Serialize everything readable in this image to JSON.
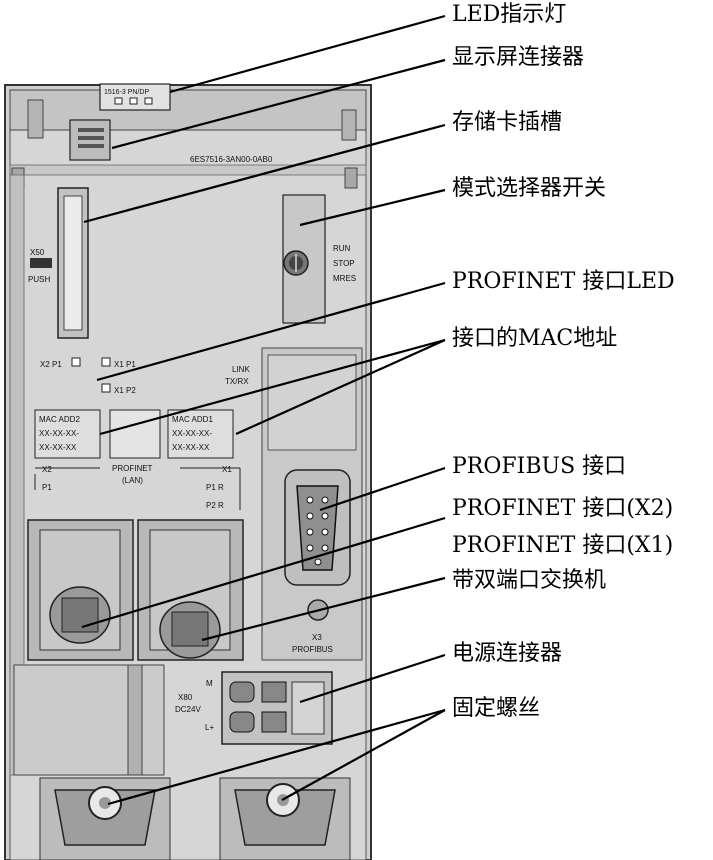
{
  "device": {
    "model_short": "1516-3 PN/DP",
    "order_number": "6ES7516-3AN00-0AB0",
    "card_slot_label": "X50",
    "push_label": "PUSH",
    "mode_run": "RUN",
    "mode_stop": "STOP",
    "mode_mres": "MRES",
    "led_x2p1": "X2 P1",
    "led_x1p1": "X1 P1",
    "led_x1p2": "X1 P2",
    "link_label": "LINK",
    "txrx_label": "TX/RX",
    "mac2_title": "MAC ADD2",
    "mac1_title": "MAC ADD1",
    "mac_placeholder_line1": "XX-XX-XX-",
    "mac_placeholder_line2": "XX-XX-XX",
    "profinet_label": "PROFINET",
    "lan_label": "(LAN)",
    "port_x2": "X2",
    "port_x1": "X1",
    "port_p1": "P1",
    "port_p1r": "P1 R",
    "port_p2r": "P2 R",
    "profibus_x3": "X3",
    "profibus_label": "PROFIBUS",
    "power_x80": "X80",
    "power_dc24v": "DC24V",
    "power_m": "M",
    "power_l": "L+"
  },
  "callouts": [
    {
      "id": "led",
      "text": "LED指示灯"
    },
    {
      "id": "display",
      "text": "显示屏连接器"
    },
    {
      "id": "card",
      "text": "存储卡插槽"
    },
    {
      "id": "mode",
      "text": "模式选择器开关"
    },
    {
      "id": "pnled",
      "text": "PROFINET 接口LED"
    },
    {
      "id": "mac",
      "text": "接口的MAC地址"
    },
    {
      "id": "profibus",
      "text": "PROFIBUS 接口"
    },
    {
      "id": "pnx2",
      "text": "PROFINET 接口(X2)"
    },
    {
      "id": "pnx1",
      "text": "PROFINET 接口(X1)"
    },
    {
      "id": "switch",
      "text": "带双端口交换机"
    },
    {
      "id": "power",
      "text": "电源连接器"
    },
    {
      "id": "screw",
      "text": "固定螺丝"
    }
  ]
}
